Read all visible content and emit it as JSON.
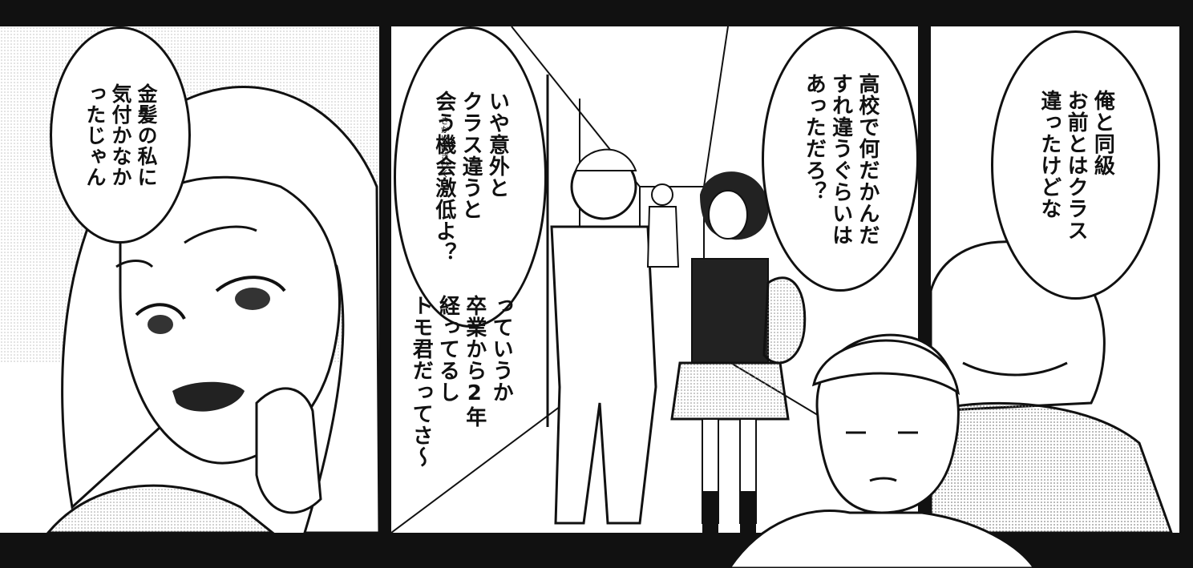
{
  "panel_left": {
    "bubble_text": "金髪の私に\n気付かなか\nったじゃん"
  },
  "panel_middle": {
    "bubble_text": "いや意外と\nクラス違うと\n会う機会激低よ？",
    "furigana": "きかいげきひく",
    "free_text": "っていうか\n卒業から2年\n経ってるし\nトモ君だってさ〜"
  },
  "panel_right": {
    "bubble_text_1": "高校で何だかんだ\nすれ違うぐらいは\nあっただろ？",
    "bubble_text_2": "俺と同級\nお前とはクラス\n違ったけどな"
  }
}
